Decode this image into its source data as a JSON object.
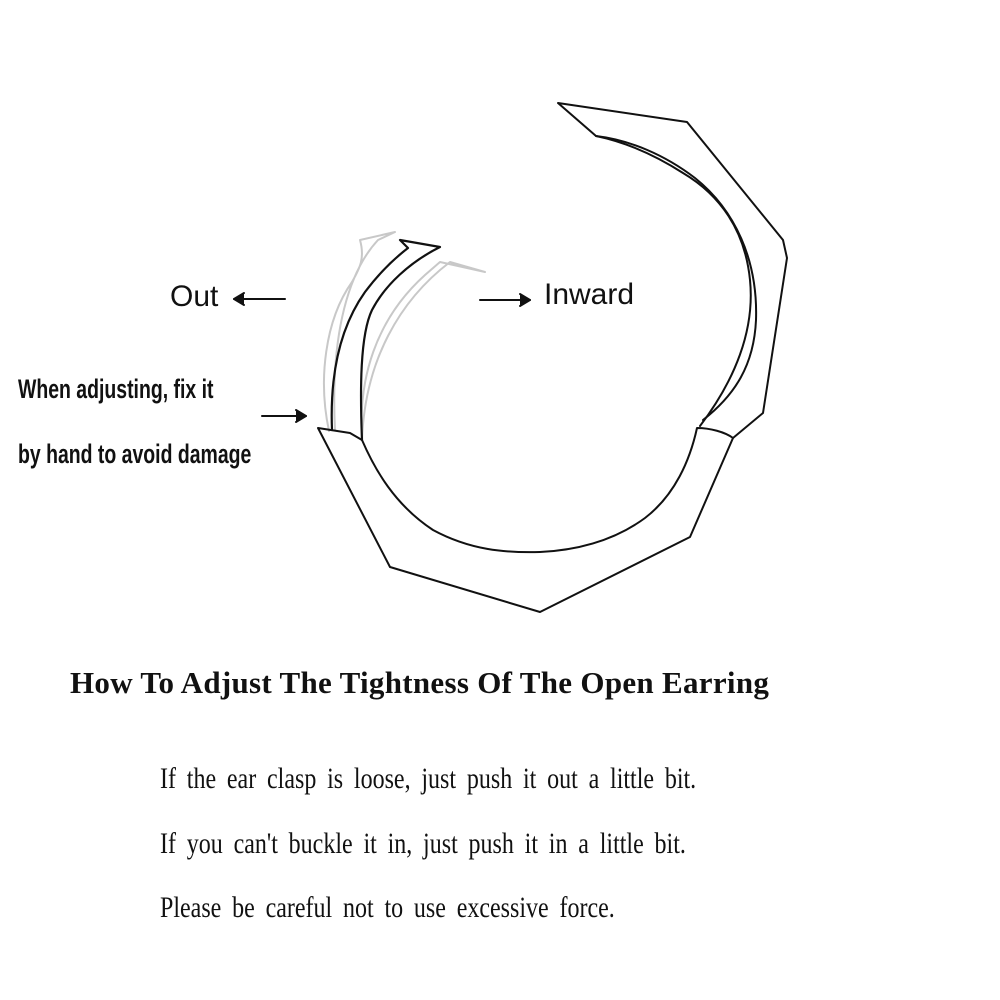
{
  "labels": {
    "out": "Out",
    "inward": "Inward",
    "note_line1": "When adjusting, fix it",
    "note_line2": "by hand to avoid damage"
  },
  "title": "How To Adjust The Tightness Of The Open Earring",
  "instructions": [
    "If the ear clasp is loose, just push it out a little bit.",
    "If you can't buckle it in, just push it in a little bit.",
    "Please be careful not to use excessive force."
  ]
}
